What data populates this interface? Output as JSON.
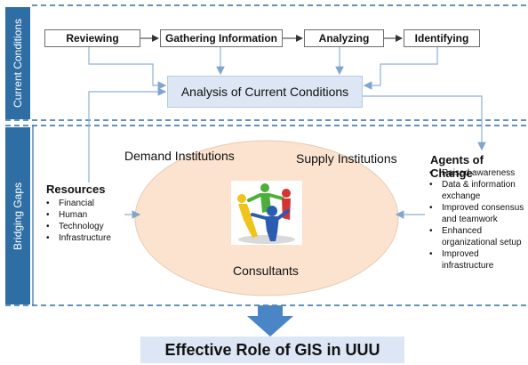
{
  "sections": {
    "current_conditions": "Current Conditions",
    "bridging_gaps": "Bridging Gaps"
  },
  "steps": [
    "Reviewing",
    "Gathering Information",
    "Analyzing",
    "Identifying"
  ],
  "analysis_box": "Analysis of Current Conditions",
  "ellipse": {
    "demand": "Demand Institutions",
    "supply": "Supply Institutions",
    "consultants": "Consultants",
    "image_icon": "people-circle-icon"
  },
  "resources": {
    "title": "Resources",
    "items": [
      "Financial",
      "Human",
      "Technology",
      "Infrastructure"
    ]
  },
  "agents": {
    "title": "Agents of Change",
    "items": [
      [
        "Raised awareness"
      ],
      [
        "Data & information",
        "exchange"
      ],
      [
        "Improved consensus",
        "and teamwork"
      ],
      [
        "Enhanced",
        "organizational setup"
      ],
      [
        "Improved",
        "infrastructure"
      ]
    ]
  },
  "result": "Effective Role of GIS in UUU",
  "colors": {
    "side_band": "#2f6ea5",
    "box_fill": "#dce6f4",
    "ellipse_fill": "#fbe3cf",
    "arrow_blue": "#4a86c5",
    "connector": "#8eb1d6",
    "dash": "#2f6ea5"
  }
}
